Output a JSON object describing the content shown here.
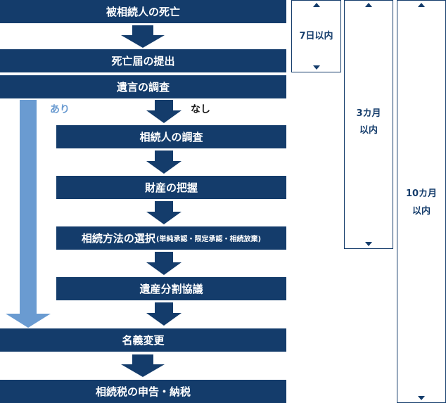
{
  "steps": {
    "death": "被相続人の死亡",
    "death_report": "死亡届の提出",
    "will_check": "遺言の調査",
    "heir_check": "相続人の調査",
    "asset_check": "財産の把握",
    "method_main": "相続方法の選択",
    "method_sub": "(単純承認・限定承認・相続放棄)",
    "division": "遺産分割協議",
    "name_change": "名義変更",
    "tax": "相続税の申告・納税"
  },
  "branches": {
    "yes": "あり",
    "no": "なし"
  },
  "periods": {
    "p7d": "7日以内",
    "p3m_line1": "3カ月",
    "p3m_line2": "以内",
    "p10m_line1": "10カ月",
    "p10m_line2": "以内"
  },
  "colors": {
    "primary": "#143c6b",
    "bypass_arrow": "#6a9bd1"
  }
}
